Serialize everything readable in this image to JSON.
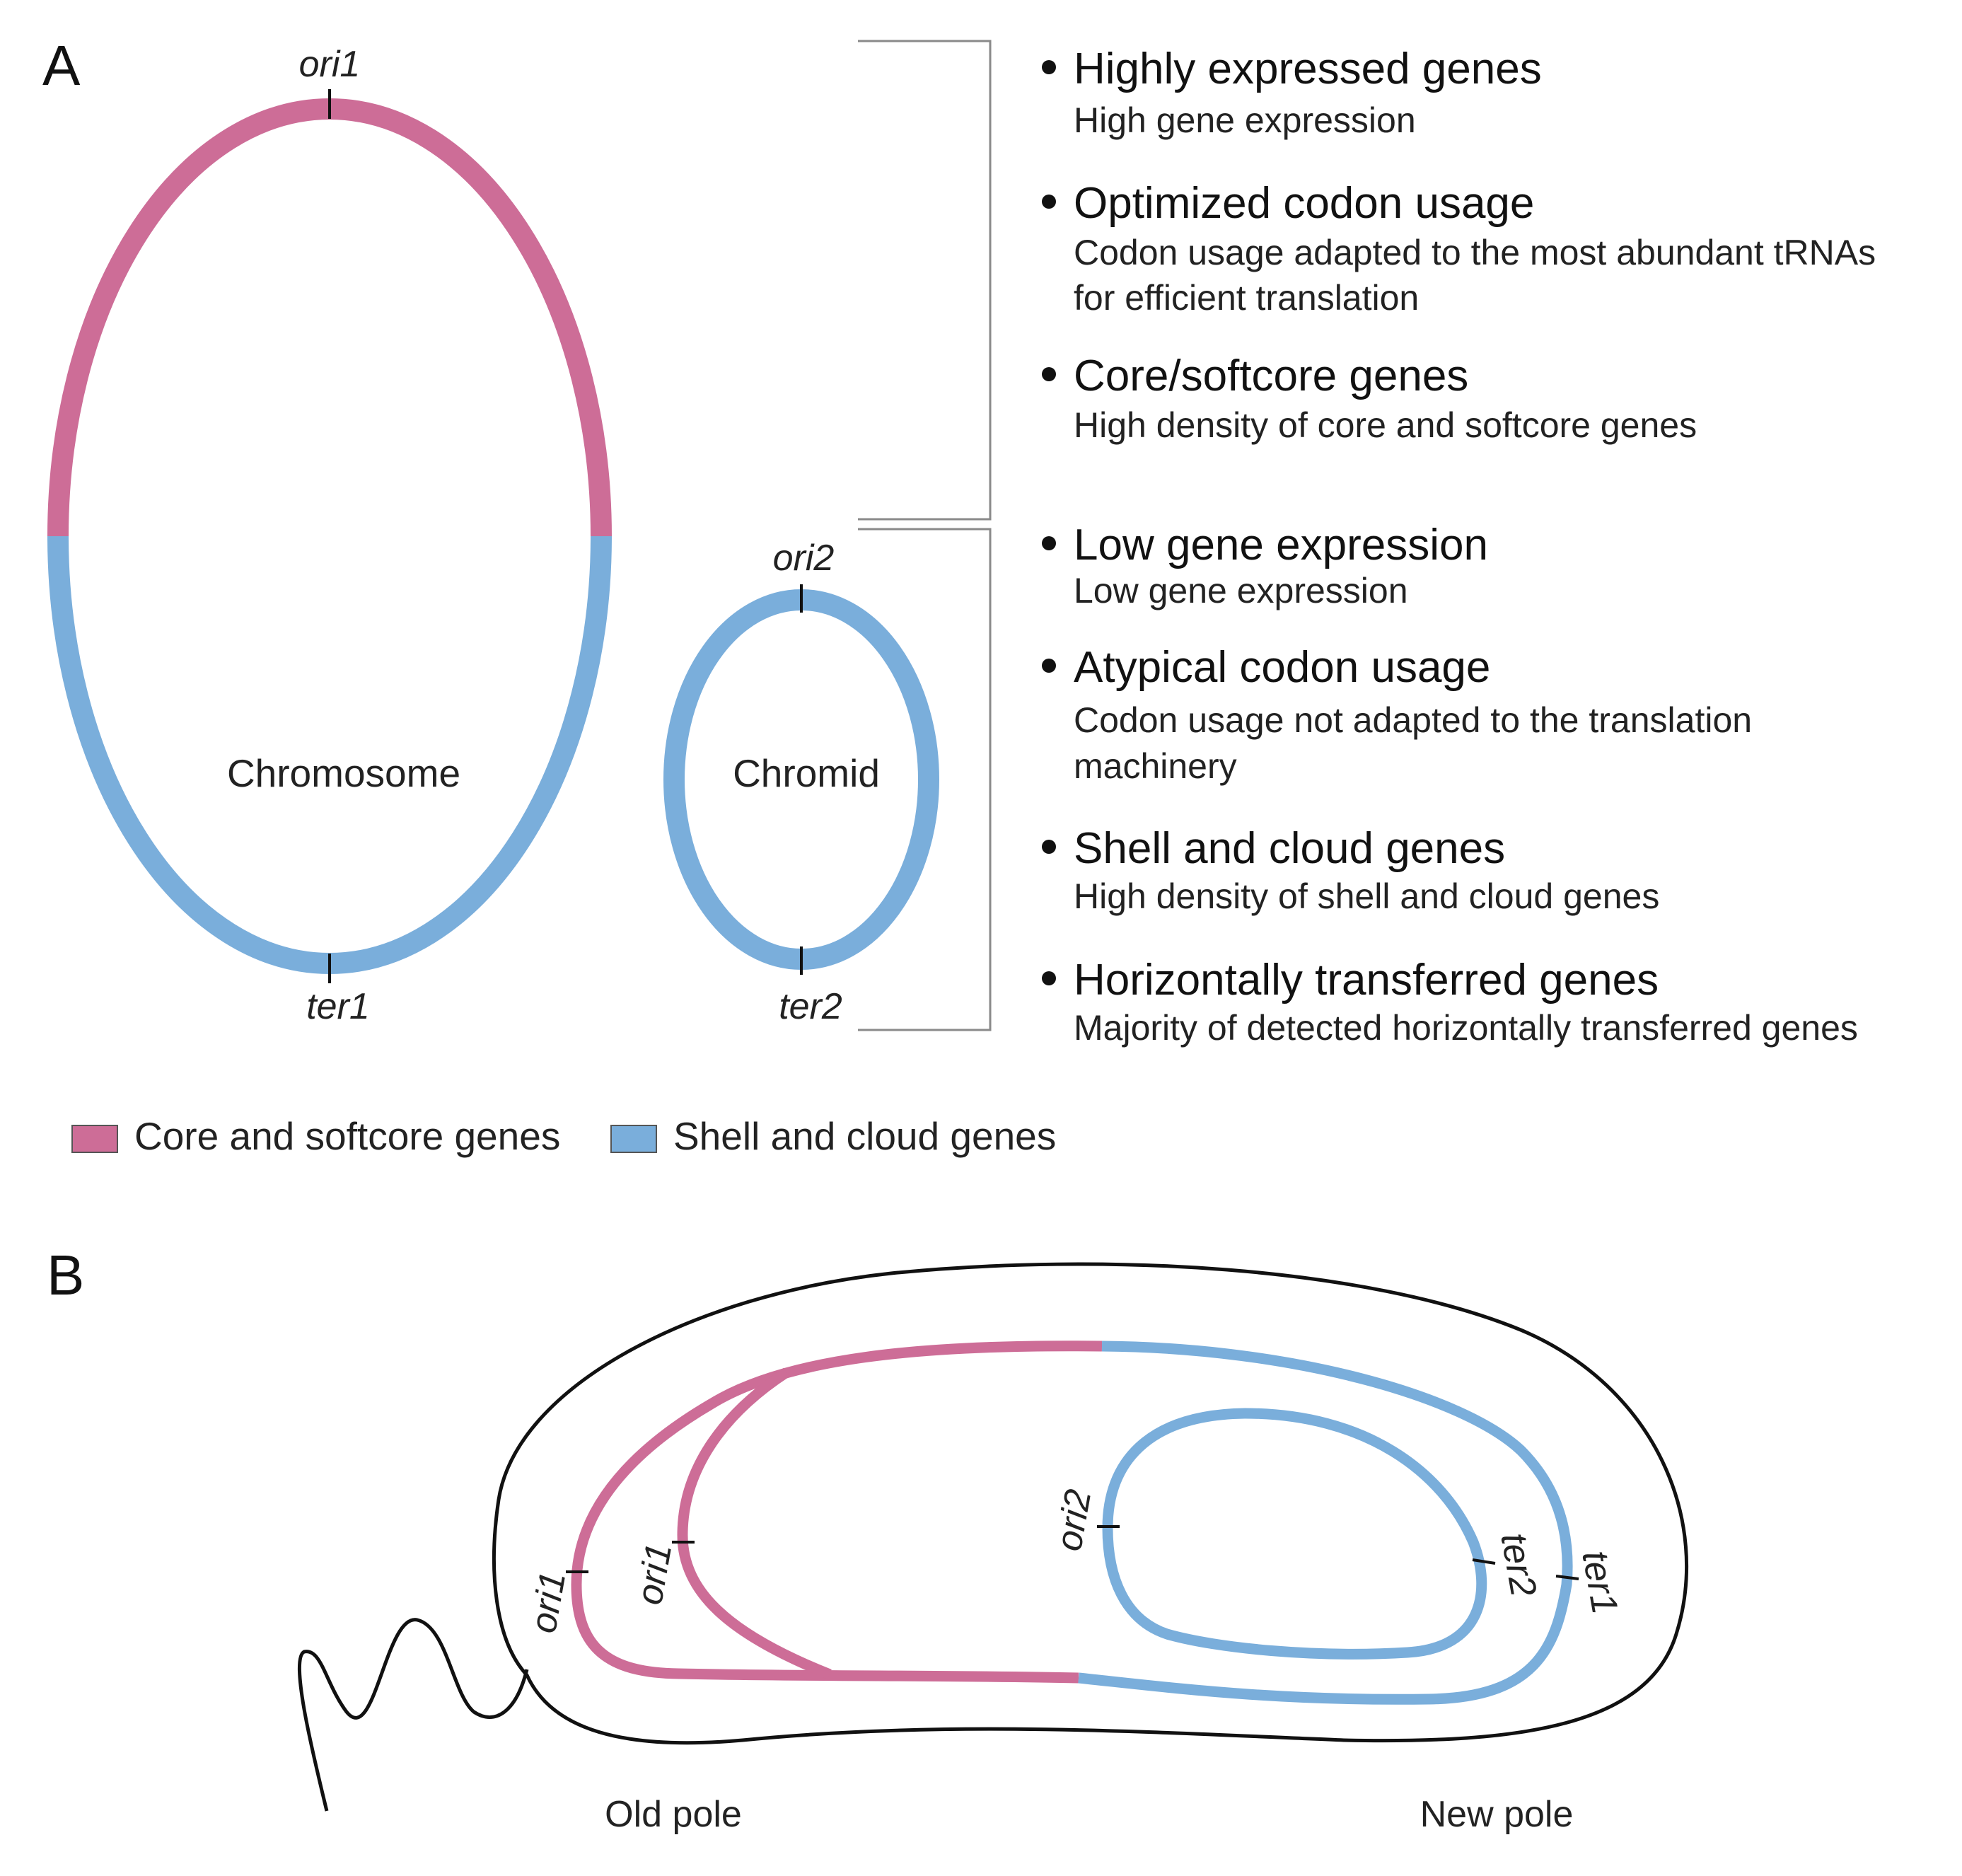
{
  "colors": {
    "core": "#cd6d97",
    "shell": "#7aaedb",
    "outline": "#111111",
    "bracket": "#8a8a8a"
  },
  "panel_a": {
    "letter": "A",
    "chromosome": {
      "label": "Chromosome",
      "ori": "ori1",
      "ter": "ter1"
    },
    "chromid": {
      "label": "Chromid",
      "ori": "ori2",
      "ter": "ter2"
    },
    "chromosome_features": [
      {
        "title": "Highly expressed genes",
        "desc": [
          "High gene expression"
        ]
      },
      {
        "title": "Optimized codon usage",
        "desc": [
          "Codon usage adapted to the most abundant tRNAs",
          "for efficient translation"
        ]
      },
      {
        "title": "Core/softcore genes",
        "desc": [
          "High density of core and softcore genes"
        ]
      }
    ],
    "chromid_features": [
      {
        "title": "Low gene expression",
        "desc": [
          "Low gene expression"
        ]
      },
      {
        "title": "Atypical codon usage",
        "desc": [
          "Codon usage not adapted to the translation",
          "machinery"
        ]
      },
      {
        "title": "Shell and cloud genes",
        "desc": [
          "High density of shell and cloud genes"
        ]
      },
      {
        "title": "Horizontally transferred genes",
        "desc": [
          "Majority of detected horizontally transferred genes"
        ]
      }
    ],
    "legend": [
      {
        "label": "Core and softcore genes",
        "color": "#cd6d97"
      },
      {
        "label": "Shell and cloud genes",
        "color": "#7aaedb"
      }
    ]
  },
  "panel_b": {
    "letter": "B",
    "ori1_outer": "ori1",
    "ori1_inner": "ori1",
    "ori2": "ori2",
    "ter2": "ter2",
    "ter1": "ter1",
    "old_pole": "Old pole",
    "new_pole": "New pole"
  }
}
